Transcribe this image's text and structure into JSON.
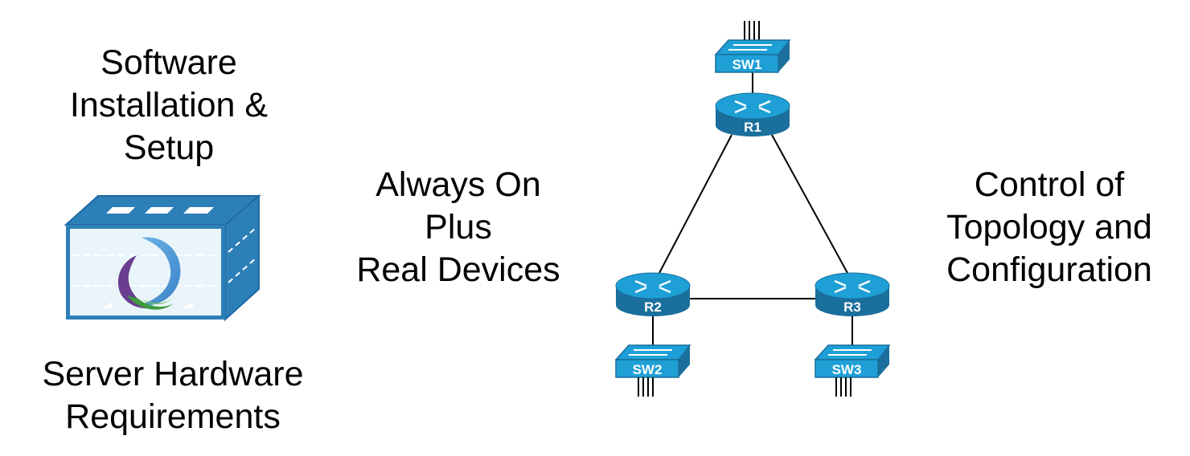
{
  "left_panel": {
    "software_lines": [
      "Software",
      "Installation &",
      "Setup"
    ],
    "server_lines": [
      "Server Hardware",
      "Requirements"
    ],
    "server_icon": "server-with-logo-icon"
  },
  "middle_text": {
    "lines": [
      "Always On",
      "Plus",
      "Real Devices"
    ]
  },
  "right_text": {
    "lines": [
      "Control of",
      "Topology and",
      "Configuration"
    ]
  },
  "topology": {
    "routers": [
      {
        "id": "r1",
        "label": "R1"
      },
      {
        "id": "r2",
        "label": "R2"
      },
      {
        "id": "r3",
        "label": "R3"
      }
    ],
    "switches": [
      {
        "id": "sw1",
        "label": "SW1"
      },
      {
        "id": "sw2",
        "label": "SW2"
      },
      {
        "id": "sw3",
        "label": "SW3"
      }
    ],
    "links": [
      [
        "sw1",
        "r1"
      ],
      [
        "r1",
        "r2"
      ],
      [
        "r1",
        "r3"
      ],
      [
        "r2",
        "r3"
      ],
      [
        "r2",
        "sw2"
      ],
      [
        "r3",
        "sw3"
      ]
    ],
    "colors": {
      "device_blue": "#1ea0d6",
      "device_dark": "#1a6f9c",
      "server_blue": "#2d7fb8",
      "link": "#000000"
    }
  }
}
